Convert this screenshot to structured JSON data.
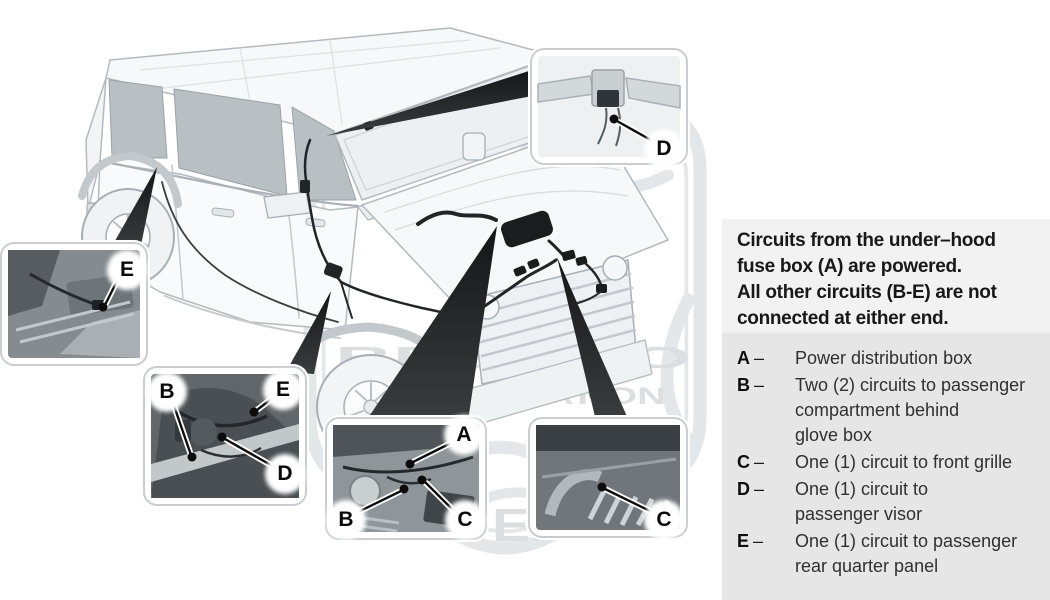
{
  "panel": {
    "heading": "Circuits from the under–hood\nfuse box (A) are powered.\nAll other circuits (B-E) are not\nconnected at either end.",
    "legend": {
      "dash": "–",
      "items": [
        {
          "letter": "A",
          "text": "Power distribution box"
        },
        {
          "letter": "B",
          "text": "Two (2) circuits to passenger\ncompartment behind\nglove box"
        },
        {
          "letter": "C",
          "text": "One (1) circuit to front grille"
        },
        {
          "letter": "D",
          "text": "One (1) circuit to\npassenger visor"
        },
        {
          "letter": "E",
          "text": "One (1) circuit to passenger\nrear quarter panel"
        }
      ]
    }
  },
  "diagram": {
    "watermark": {
      "line1": "BRONCO",
      "line2": "NATION",
      "line3": "EP"
    },
    "callouts": [
      {
        "id": "rear-quarter-panel",
        "labels": [
          {
            "letter": "E"
          }
        ]
      },
      {
        "id": "cowl-side",
        "labels": [
          {
            "letter": "B"
          },
          {
            "letter": "E"
          },
          {
            "letter": "D"
          }
        ]
      },
      {
        "id": "engine-bay",
        "labels": [
          {
            "letter": "A"
          },
          {
            "letter": "B"
          },
          {
            "letter": "C"
          }
        ]
      },
      {
        "id": "front-grille",
        "labels": [
          {
            "letter": "C"
          }
        ]
      },
      {
        "id": "passenger-visor",
        "labels": [
          {
            "letter": "D"
          }
        ]
      }
    ]
  }
}
